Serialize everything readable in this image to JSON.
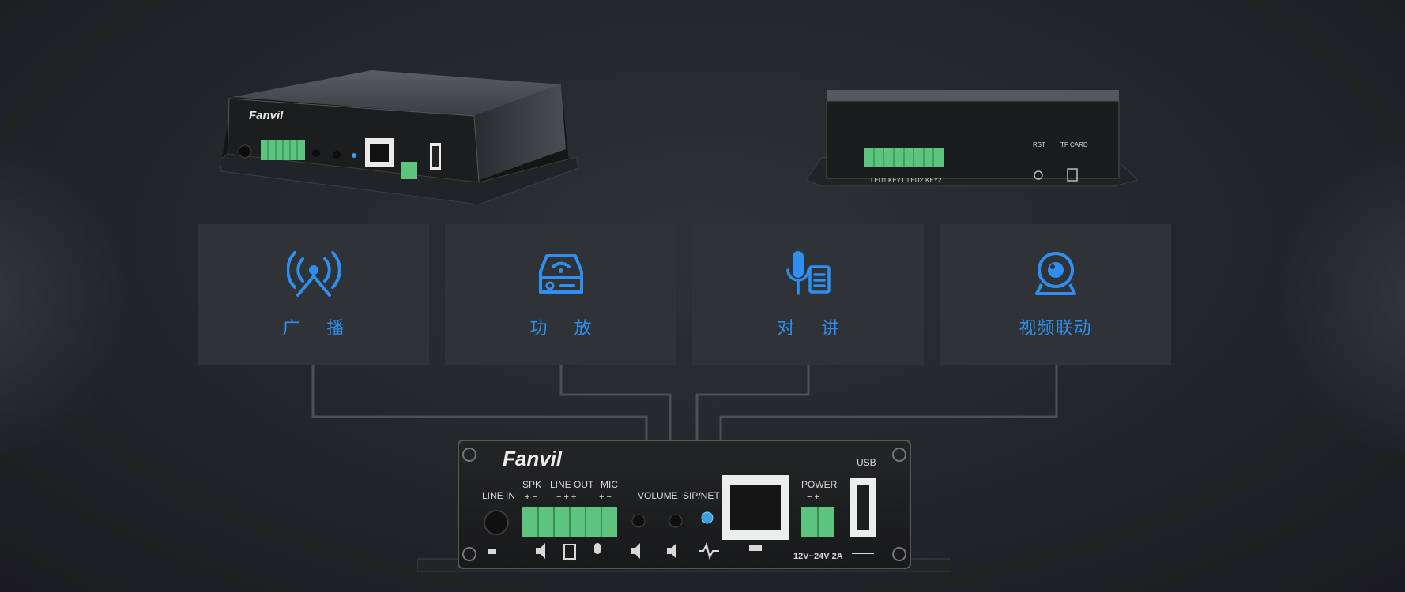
{
  "features": [
    {
      "label": "广 播",
      "icon": "broadcast-icon"
    },
    {
      "label": "功 放",
      "icon": "amplifier-icon"
    },
    {
      "label": "对 讲",
      "icon": "intercom-icon"
    },
    {
      "label": "视频联动",
      "icon": "video-linkage-icon"
    }
  ],
  "colors": {
    "accent": "#2f8ff0",
    "card": "#2f3337",
    "background": "#25272b",
    "terminal": "#5cc47e"
  },
  "front_panel": {
    "brand": "Fanvil",
    "line_in": "LINE IN",
    "spk": "SPK",
    "line_out": "LINE OUT",
    "mic": "MIC",
    "volume": "VOLUME",
    "sip_net": "SIP/NET",
    "power": "POWER",
    "usb": "USB",
    "power_spec": "12V~24V 2A",
    "spk_polarity": "+ −",
    "line_out_polarity": "− + +",
    "mic_polarity": "+ −",
    "power_polarity": "− +"
  },
  "rear_panel": {
    "rst": "RST",
    "tf_card": "TF CARD",
    "led1": "LED1",
    "key1": "KEY1",
    "led2": "LED2",
    "key2": "KEY2"
  }
}
